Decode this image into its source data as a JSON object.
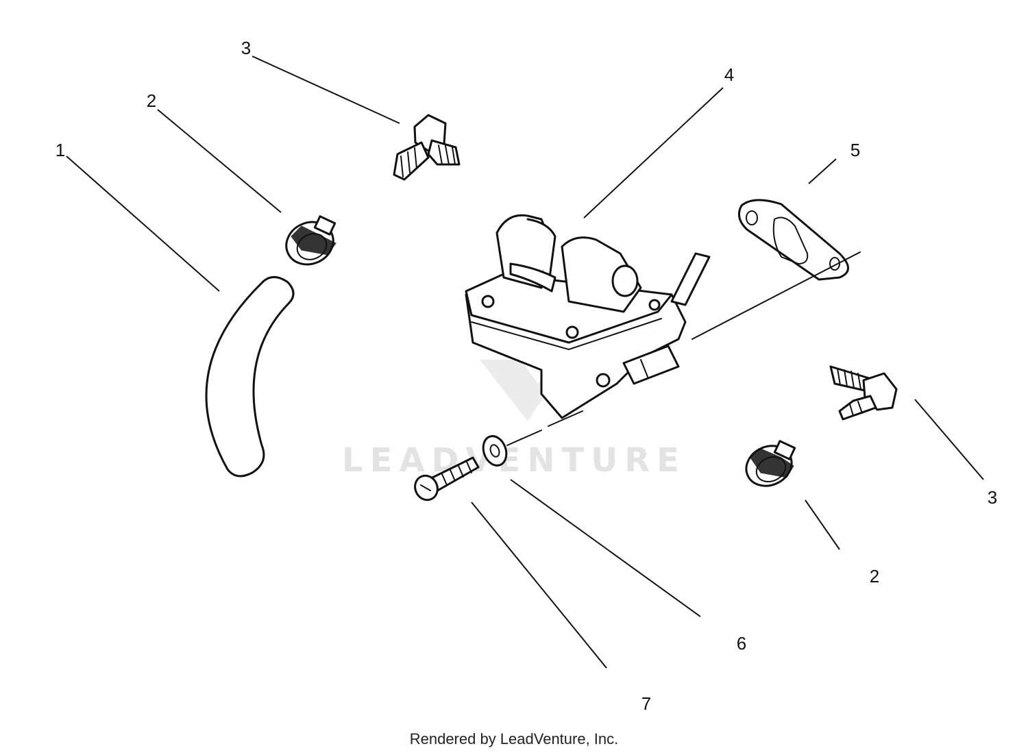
{
  "watermark": {
    "text": "LEADVENTURE"
  },
  "callouts": [
    "1",
    "2",
    "3",
    "4",
    "5",
    "2",
    "3",
    "6",
    "7"
  ],
  "footer": {
    "text": "Rendered by LeadVenture, Inc."
  }
}
